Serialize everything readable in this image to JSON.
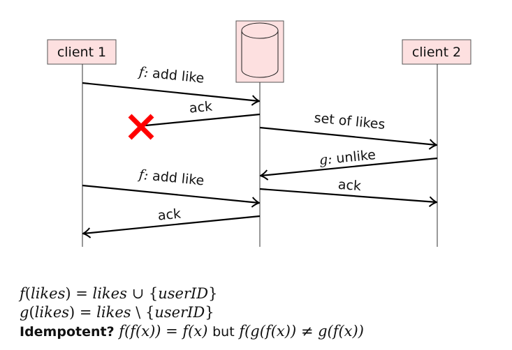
{
  "diagram": {
    "participants": [
      {
        "id": "client1",
        "label": "client 1"
      },
      {
        "id": "database",
        "label": "",
        "icon": "database-cylinder-icon"
      },
      {
        "id": "client2",
        "label": "client 2"
      }
    ],
    "messages": [
      {
        "from": "client1",
        "to": "database",
        "func": "f:",
        "label": "add like"
      },
      {
        "from": "database",
        "to": "client1",
        "func": "",
        "label": "ack",
        "lost": true
      },
      {
        "from": "database",
        "to": "client2",
        "func": "",
        "label": "set of likes"
      },
      {
        "from": "client2",
        "to": "database",
        "func": "g:",
        "label": "unlike"
      },
      {
        "from": "client1",
        "to": "database",
        "func": "f:",
        "label": "add like"
      },
      {
        "from": "database",
        "to": "client2",
        "func": "",
        "label": "ack"
      },
      {
        "from": "database",
        "to": "client1",
        "func": "",
        "label": "ack"
      }
    ],
    "colors": {
      "box_fill": "#fde0e0",
      "lost_marker": "#ff0000",
      "line": "#000000"
    }
  },
  "formulas": {
    "f_def": {
      "lhs": "f",
      "arg": "likes",
      "rhs_set": "likes",
      "op": "∪",
      "elem": "userID"
    },
    "g_def": {
      "lhs": "g",
      "arg": "likes",
      "rhs_set": "likes",
      "op": "\\",
      "elem": "userID"
    },
    "idempotent": {
      "label": "Idempotent?",
      "expr1": "f(f(x)) = f(x)",
      "conj": "but",
      "expr2": "f(g(f(x)) ≠ g(f(x))"
    }
  }
}
